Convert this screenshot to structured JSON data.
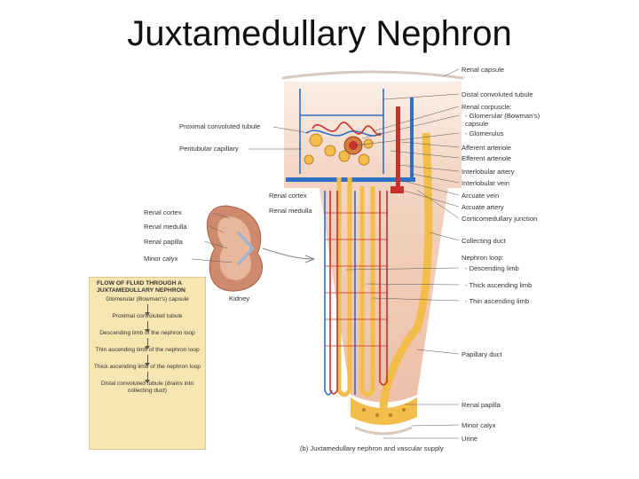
{
  "title": "Juxtamedullary Nephron",
  "labels_right": [
    "Renal capsule",
    "Distal convoluted tubule",
    "Renal corpuscle:",
    "- Glomerular (Bowman's)",
    "capsule",
    "- Glomerulus",
    "Afferent arteriole",
    "Efferent arteriole",
    "Interlobular artery",
    "Interlobular vein",
    "Arcuate vein",
    "Arcuate artery",
    "Corticomedullary junction",
    "Collecting duct",
    "Nephron loop:",
    "- Descending limb",
    "- Thick ascending limb",
    "- Thin ascending limb",
    "Papillary duct",
    "Renal papilla",
    "Minor calyx",
    "Urine"
  ],
  "labels_left": {
    "proximal": "Proximal convoluted tubule",
    "peritubular": "Peritubular capillary",
    "renal_cortex_inner": "Renal cortex",
    "renal_medulla_inner": "Renal medulla",
    "kidney_cortex": "Renal cortex",
    "kidney_medulla": "Renal medulla",
    "kidney_papilla": "Renal papilla",
    "kidney_calyx": "Minor calyx",
    "kidney": "Kidney"
  },
  "flow": {
    "heading": "FLOW OF FLUID THROUGH A JUXTAMEDULLARY NEPHRON",
    "steps": [
      "Glomerular (Bowman's) capsule",
      "Proximal convoluted tubule",
      "Descending limb of the nephron loop",
      "Thin ascending limb of the nephron loop",
      "Thick ascending limb of the nephron loop",
      "Distal convoluted tubule (drains into collecting duct)"
    ]
  },
  "caption": "(b) Juxtamedullary nephron and vascular supply",
  "colors": {
    "artery": "#c8302c",
    "vein": "#2f6fc4",
    "tubule": "#f2bd4a",
    "tissue": "#f4dccb",
    "flow_box": "#f6e6b2"
  }
}
